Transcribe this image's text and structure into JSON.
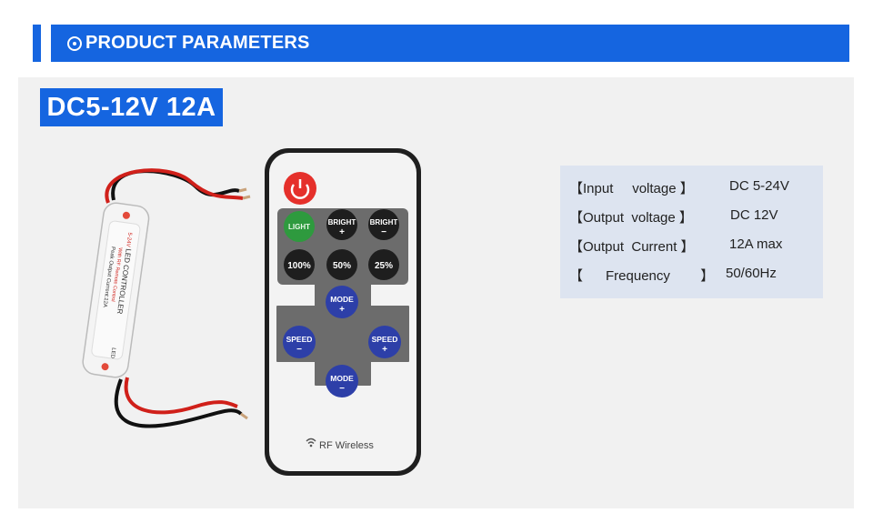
{
  "header": {
    "title": "PRODUCT PARAMETERS",
    "icon": "target-circle-icon",
    "accent_color": "#1565e0"
  },
  "badge": {
    "voltage": "DC5-12V  12A"
  },
  "controller": {
    "line1": "LED CONTROLLER",
    "line2": "With RF Remote Control",
    "line3": "Peak Output Current:12A",
    "marking_top": "5-24V",
    "marking_bottom": "LED"
  },
  "remote": {
    "power_icon": "power-icon",
    "buttons": {
      "light": "LIGHT",
      "bright_up": "BRIGHT",
      "bright_up_sign": "+",
      "bright_down": "BRIGHT",
      "bright_down_sign": "−",
      "p100": "100%",
      "p50": "50%",
      "p25": "25%",
      "mode_up": "MODE",
      "mode_up_sign": "+",
      "speed_down": "SPEED",
      "speed_down_sign": "−",
      "speed_up": "SPEED",
      "speed_up_sign": "+",
      "mode_down": "MODE",
      "mode_down_sign": "−"
    },
    "footer_icon": "wifi-icon",
    "footer": "RF Wireless"
  },
  "specs": [
    {
      "label": "【Input     voltage 】",
      "value": "DC 5-24V"
    },
    {
      "label": "【Output  voltage 】",
      "value": "DC 12V"
    },
    {
      "label": "【Output  Current 】",
      "value": "12A max"
    },
    {
      "label": "【      Frequency        】",
      "value": "50/60Hz"
    }
  ]
}
